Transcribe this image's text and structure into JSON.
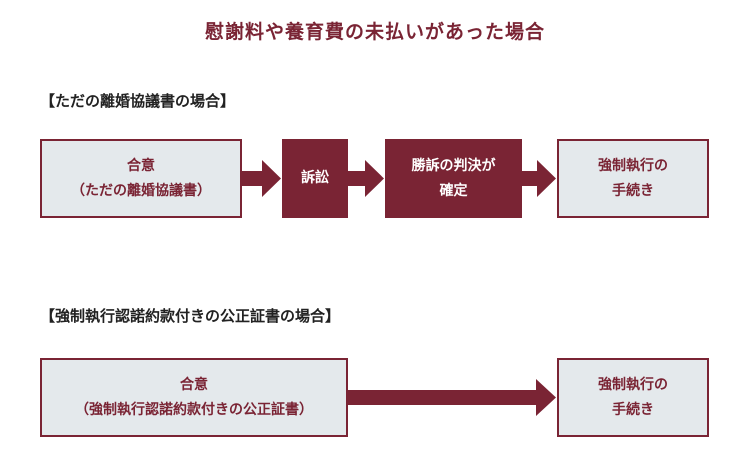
{
  "title": "慰謝料や養育費の未払いがあった場合",
  "flow1": {
    "heading": "【ただの離婚協議書の場合】",
    "agreement": {
      "line1": "合意",
      "line2": "（ただの離婚協議書）"
    },
    "lawsuit": "訴訟",
    "judgment": {
      "line1": "勝訴の判決が",
      "line2": "確定"
    },
    "enforcement": {
      "line1": "強制執行の",
      "line2": "手続き"
    }
  },
  "flow2": {
    "heading": "【強制執行認諾約款付きの公正証書の場合】",
    "agreement": {
      "line1": "合意",
      "line2": "（強制執行認諾約款付きの公正証書）"
    },
    "enforcement": {
      "line1": "強制執行の",
      "line2": "手続き"
    }
  },
  "colors": {
    "accent": "#7a2434",
    "box_fill": "#e4e9ec"
  }
}
